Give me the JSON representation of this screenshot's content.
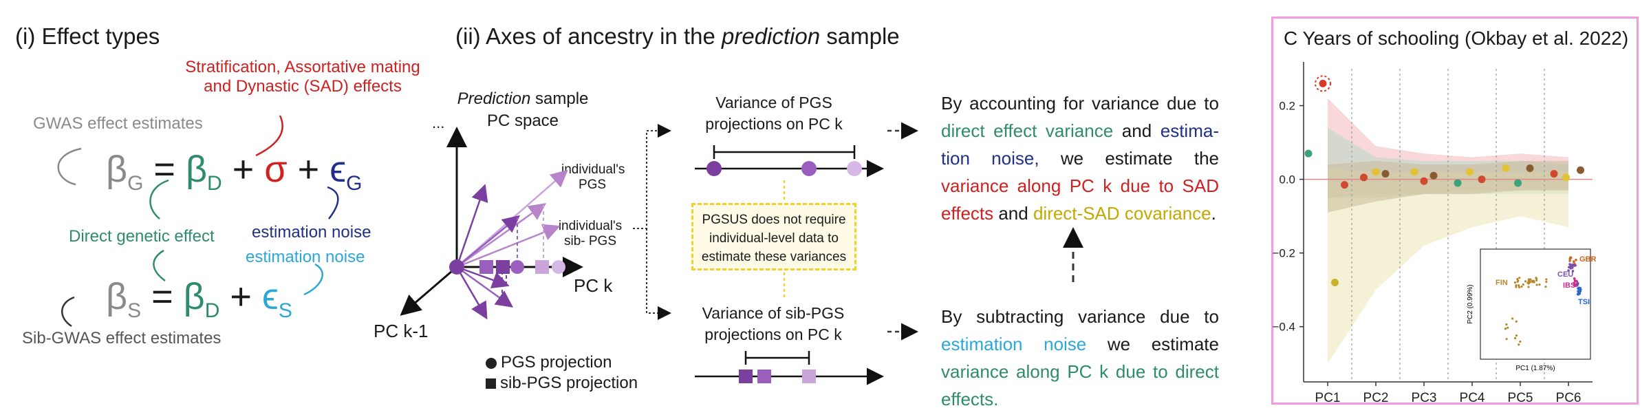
{
  "panel_i": {
    "title": "(i) Effect types",
    "sad_line1": "Stratification, Assortative mating",
    "sad_line2": "and Dynastic (SAD) effects",
    "gwas_label": "GWAS effect estimates",
    "direct_label": "Direct genetic effect",
    "noise_label_navy": "estimation noise",
    "noise_label_cyan": "estimation noise",
    "sib_label": "Sib-GWAS effect estimates",
    "eq1": {
      "beta": "β",
      "sub_g": "G",
      "equals": "=",
      "beta_d": "β",
      "sub_d": "D",
      "plus": "+",
      "sigma": "σ",
      "eps": "ϵ",
      "sub_eg": "G"
    },
    "eq2": {
      "beta": "β",
      "sub_s": "S",
      "equals": "=",
      "beta_d": "β",
      "sub_d": "D",
      "plus": "+",
      "eps": "ϵ",
      "sub_es": "S"
    }
  },
  "panel_ii": {
    "title_pre": "(ii) Axes of ancestry in the ",
    "title_em": "prediction",
    "title_post": " sample",
    "pc_space_em": "Prediction",
    "pc_space_line1_rest": " sample",
    "pc_space_line2": "PC space",
    "dots": "...",
    "pck": "PC k",
    "pck1": "PC k-1",
    "ind_pgs_1": "individual's",
    "ind_pgs_2": "PGS",
    "ind_sib_1": "individual's",
    "ind_sib_2": "sib- PGS",
    "legend_pgs": "PGS projection",
    "legend_sib": "sib-PGS projection",
    "var_pgs_1": "Variance of PGS",
    "var_pgs_2": "projections on PC k",
    "box_1": "PGSUS does not require",
    "box_2": "individual-level data to",
    "box_3": "estimate these variances",
    "var_sib_1": "Variance of sib-PGS",
    "var_sib_2": "projections on PC k",
    "para1": {
      "p1": "By accounting for variance due to ",
      "direct": "direct effect variance",
      "p2": " and ",
      "noise": "estima-tion noise,",
      "p3": " we estimate the ",
      "sad": "variance along PC k due to SAD effects",
      "p4": " and ",
      "cov": "direct-SAD covariance",
      "p5": "."
    },
    "para2": {
      "p1": "By subtracting variance due to ",
      "noise": "estimation noise",
      "p2": " we estimate ",
      "direct": "variance along PC k due to direct effects."
    }
  },
  "panel_c": {
    "title": "C  Years of schooling (Okbay et al. 2022)",
    "inset": {
      "ylabel": "PC2 (0.99%)",
      "xlabel": "PC1 (1.87%)",
      "pops": [
        "GBR",
        "CEU",
        "IBS",
        "TSI",
        "FIN"
      ]
    }
  },
  "chart_data": {
    "type": "scatter",
    "title": "C  Years of schooling (Okbay et al. 2022)",
    "categories": [
      "PC1",
      "PC2",
      "PC3",
      "PC4",
      "PC5",
      "PC6"
    ],
    "ytick_labels": [
      "0.2",
      "0.0",
      "−0.2",
      "−0.4"
    ],
    "ylim": [
      -0.55,
      0.3
    ],
    "points": [
      {
        "pc": "PC1",
        "offset": -0.4,
        "y": 0.07,
        "color": "#3aa37a"
      },
      {
        "pc": "PC1",
        "offset": -0.1,
        "y": 0.26,
        "color": "#d63a2a",
        "highlighted": true
      },
      {
        "pc": "PC1",
        "offset": 0.15,
        "y": -0.28,
        "color": "#c9b32a"
      },
      {
        "pc": "PC1",
        "offset": 0.35,
        "y": -0.015,
        "color": "#d04a30"
      },
      {
        "pc": "PC2",
        "offset": -0.25,
        "y": 0.005,
        "color": "#d04a30"
      },
      {
        "pc": "PC2",
        "offset": 0.0,
        "y": 0.02,
        "color": "#e3c233"
      },
      {
        "pc": "PC2",
        "offset": 0.2,
        "y": 0.015,
        "color": "#8a5a30"
      },
      {
        "pc": "PC3",
        "offset": -0.2,
        "y": 0.02,
        "color": "#e3c233"
      },
      {
        "pc": "PC3",
        "offset": 0.0,
        "y": -0.005,
        "color": "#d04a30"
      },
      {
        "pc": "PC3",
        "offset": 0.2,
        "y": 0.01,
        "color": "#8a5a30"
      },
      {
        "pc": "PC4",
        "offset": -0.3,
        "y": -0.01,
        "color": "#3aa37a"
      },
      {
        "pc": "PC4",
        "offset": -0.05,
        "y": 0.02,
        "color": "#e3c233"
      },
      {
        "pc": "PC4",
        "offset": 0.2,
        "y": 0.0,
        "color": "#d04a30"
      },
      {
        "pc": "PC5",
        "offset": -0.3,
        "y": 0.03,
        "color": "#e3c233"
      },
      {
        "pc": "PC5",
        "offset": -0.05,
        "y": -0.01,
        "color": "#3aa37a"
      },
      {
        "pc": "PC5",
        "offset": 0.2,
        "y": 0.03,
        "color": "#8a5a30"
      },
      {
        "pc": "PC6",
        "offset": -0.3,
        "y": 0.015,
        "color": "#d04a30"
      },
      {
        "pc": "PC6",
        "offset": -0.05,
        "y": 0.005,
        "color": "#e3c233"
      },
      {
        "pc": "PC6",
        "offset": 0.25,
        "y": 0.025,
        "color": "#8a5a30"
      }
    ],
    "bands": [
      {
        "color": "#f2b8b8",
        "upper": [
          0.22,
          0.09,
          0.07,
          0.06,
          0.07,
          0.06
        ],
        "lower": [
          -0.05,
          -0.04,
          -0.04,
          -0.03,
          -0.03,
          -0.03
        ]
      },
      {
        "color": "#b7d9c8",
        "upper": [
          0.14,
          0.06,
          0.05,
          0.05,
          0.05,
          0.04
        ],
        "lower": [
          -0.05,
          -0.05,
          -0.04,
          -0.04,
          -0.04,
          -0.04
        ]
      },
      {
        "color": "#ebe5b5",
        "upper": [
          0.03,
          0.02,
          0.02,
          0.02,
          0.02,
          0.02
        ],
        "lower": [
          -0.5,
          -0.3,
          -0.18,
          -0.13,
          -0.1,
          -0.13
        ]
      },
      {
        "color": "#c9b99a",
        "upper": [
          0.04,
          0.05,
          0.04,
          0.04,
          0.05,
          0.05
        ],
        "lower": [
          -0.09,
          -0.06,
          -0.04,
          -0.04,
          -0.03,
          -0.03
        ]
      }
    ],
    "xlabel": "",
    "ylabel": "",
    "grid": false
  }
}
